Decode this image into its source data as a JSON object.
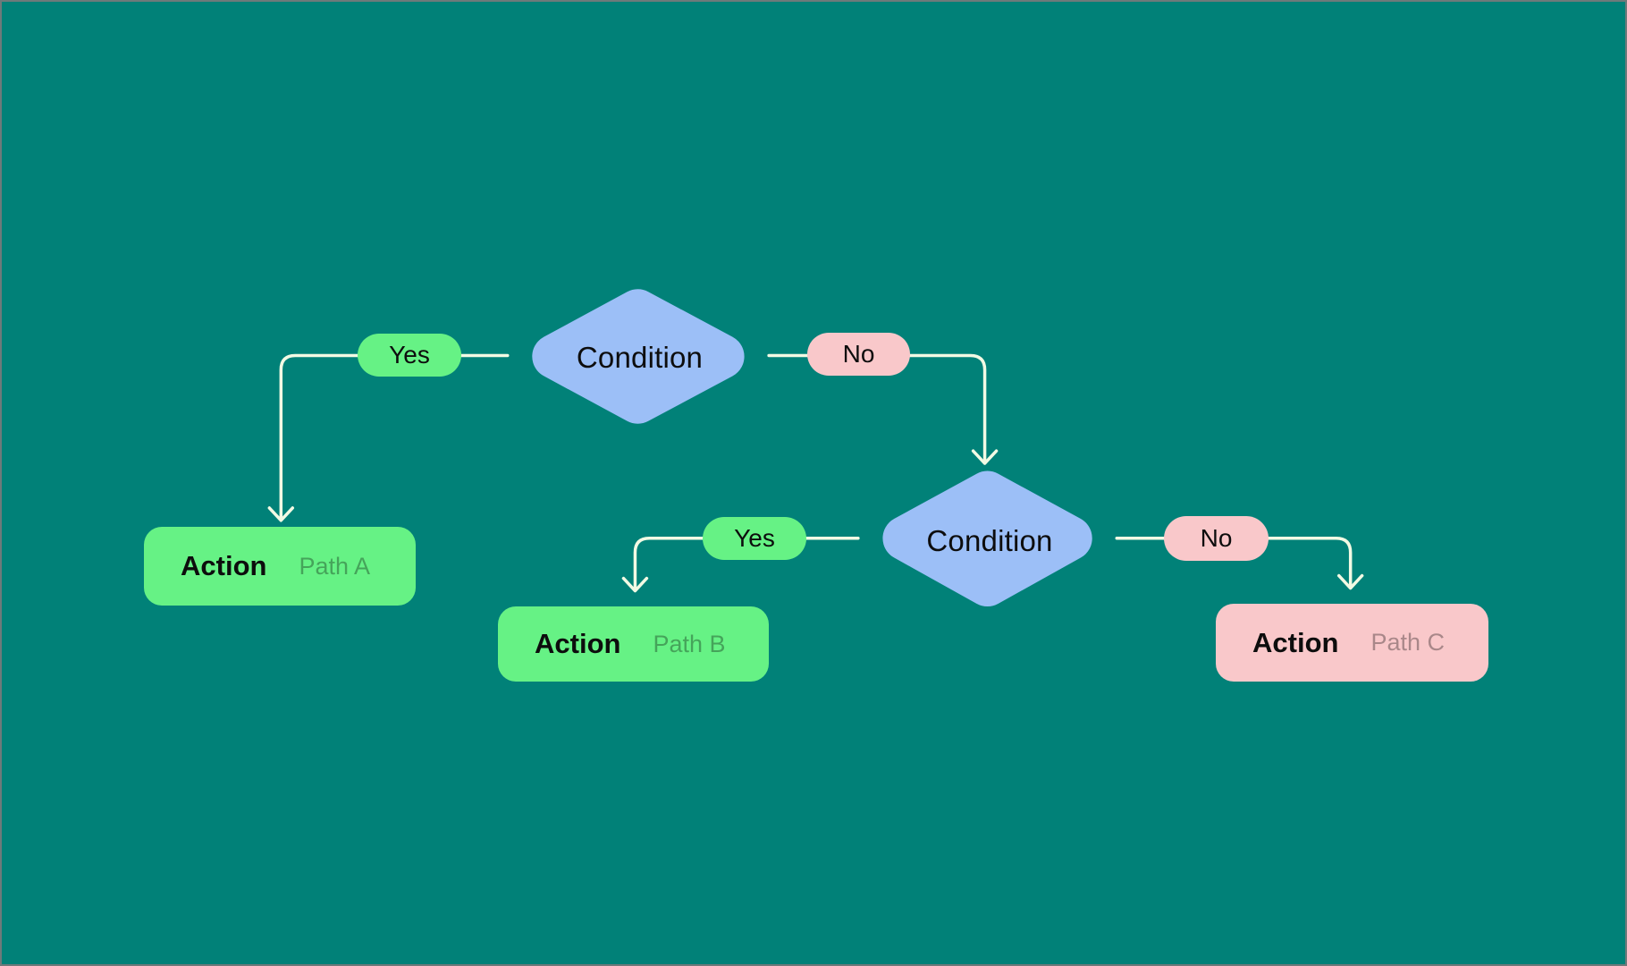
{
  "colors": {
    "canvas-bg": "#018178",
    "canvas-border": "#6e7a7a",
    "decision-fill": "#9cbff7",
    "positive-fill": "#66f285",
    "negative-fill": "#f9c8ca",
    "wire": "#f2fae4",
    "node-text": "#0d0d0d"
  },
  "flowchart": {
    "decision1": {
      "label": "Condition"
    },
    "decision2": {
      "label": "Condition"
    },
    "branch_yes1": {
      "label": "Yes"
    },
    "branch_no1": {
      "label": "No"
    },
    "branch_yes2": {
      "label": "Yes"
    },
    "branch_no2": {
      "label": "No"
    },
    "action_a": {
      "title": "Action",
      "subtitle": "Path A"
    },
    "action_b": {
      "title": "Action",
      "subtitle": "Path B"
    },
    "action_c": {
      "title": "Action",
      "subtitle": "Path C"
    }
  }
}
